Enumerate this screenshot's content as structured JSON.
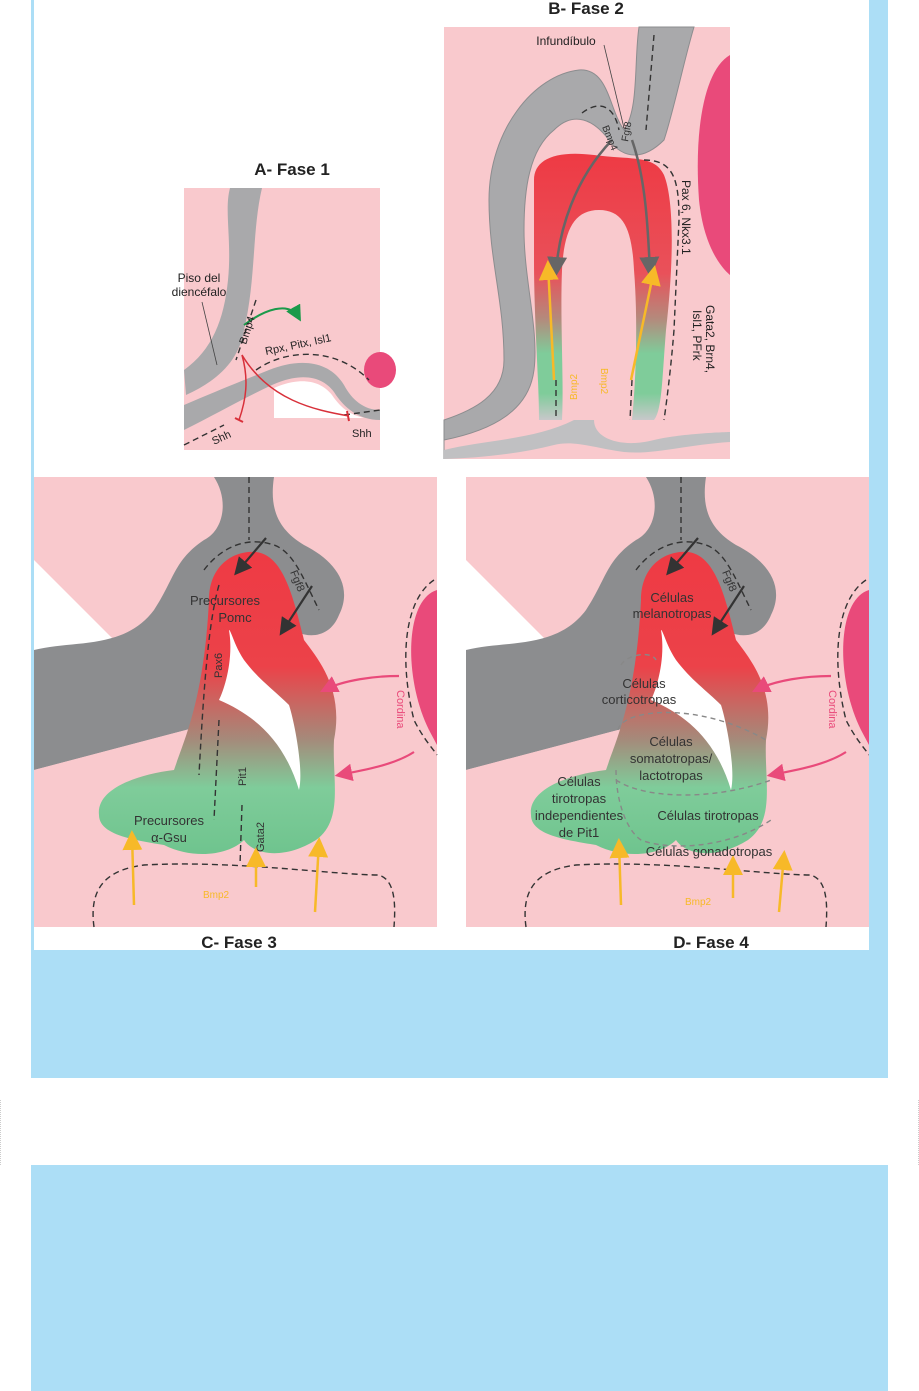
{
  "panels": {
    "a": {
      "title": "A- Fase 1",
      "labels": {
        "floor": [
          "Piso del",
          "diencéfalo"
        ],
        "bmp4": "Bmp4",
        "genes": "Rpx, Pitx, Isl1",
        "shh_left": "Shh",
        "shh_right": "Shh"
      }
    },
    "b": {
      "title": "B- Fase 2",
      "labels": {
        "infundibulum": "Infundíbulo",
        "bmp4": "Bmp4",
        "fgf8": "Fgf8",
        "pax": "Pax 6, Nkx3.1",
        "gata_line1": "Gata2, Brn4,",
        "gata_line2": "Isl1, PFrk",
        "bmp2_left": "Bmp2",
        "bmp2_right": "Bmp2"
      }
    },
    "c": {
      "title": "C- Fase 3",
      "labels": {
        "pomc": [
          "Precursores",
          "Pomc"
        ],
        "fgf8": "Fgf8",
        "pax6": "Pax6",
        "pit1": "Pit1",
        "gata2": "Gata2",
        "gsu": [
          "Precursores",
          "α-Gsu"
        ],
        "cordina": "Cordina",
        "bmp2": "Bmp2"
      }
    },
    "d": {
      "title": "D- Fase 4",
      "labels": {
        "melanotropas": [
          "Células",
          "melanotropas"
        ],
        "fgf8": "Fgf8",
        "corticotropas": [
          "Células",
          "corticotropas"
        ],
        "somato": [
          "Células",
          "somatotropas/",
          "lactotropas"
        ],
        "tiro_indep": [
          "Células",
          "tirotropas",
          "independientes",
          "de Pit1"
        ],
        "tirotropas": "Células tirotropas",
        "gonadotropas": "Células gonadotropas",
        "cordina": "Cordina",
        "bmp2": "Bmp2"
      }
    }
  },
  "colors": {
    "page_blue": "#acdef6",
    "tissue_pink": "#f9c9cd",
    "neural_gray": "#a9a9ab",
    "dark_gray": "#8c8d8f",
    "red": "#ee3a44",
    "green": "#7fcc9a",
    "magenta": "#e94a7a",
    "yellow": "#f7b928"
  }
}
